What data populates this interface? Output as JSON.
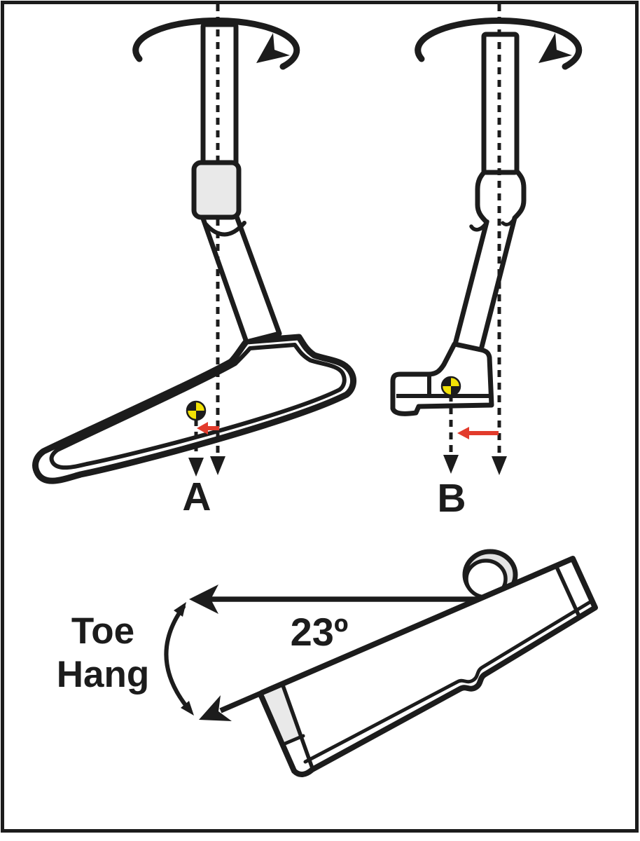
{
  "panel_a": {
    "label": "A"
  },
  "panel_b": {
    "label": "B"
  },
  "toe_hang": {
    "line1": "Toe",
    "line2": "Hang",
    "angle": "23º"
  },
  "colors": {
    "ink": "#1c1c1c",
    "red": "#e23b2c",
    "yellow": "#f2e205",
    "gray": "#e9e9e9",
    "paper": "#ffffff"
  },
  "icons": {
    "rotation_a": "rotation-ellipse-arrow",
    "rotation_b": "rotation-ellipse-arrow",
    "cg_a": "center-of-gravity-marker",
    "cg_b": "center-of-gravity-marker",
    "axis_a": "shaft-axis-dashed-arrow",
    "axis_b": "shaft-axis-dashed-arrow",
    "cg_line_a": "cg-plumb-dashed-arrow",
    "cg_line_b": "cg-plumb-dashed-arrow",
    "offset_a": "cg-offset-red-arrow",
    "offset_b": "cg-offset-red-arrow",
    "toe_hang_arc": "double-headed-arc-arrow"
  }
}
